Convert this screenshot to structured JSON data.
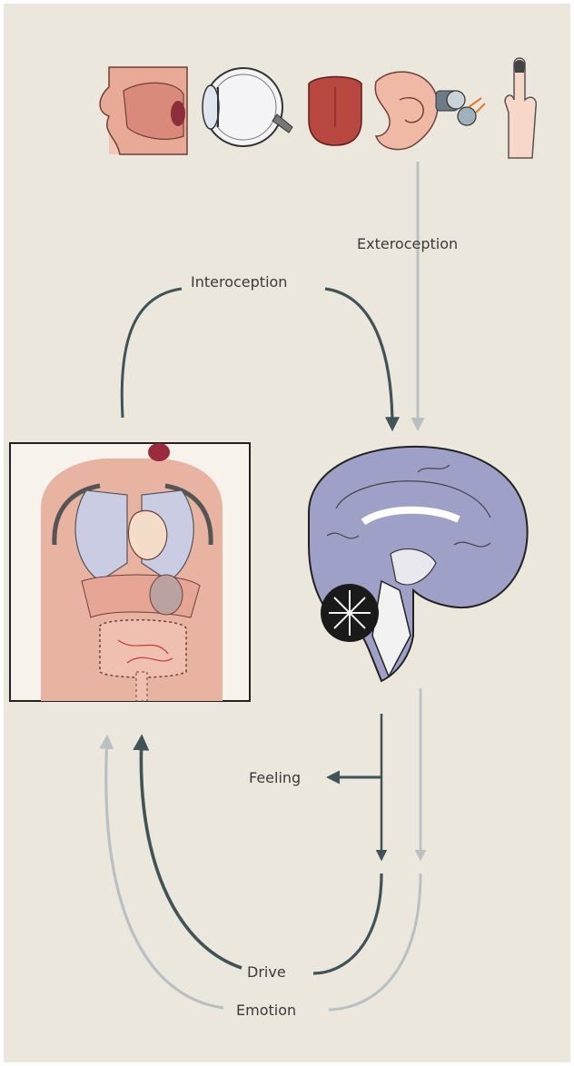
{
  "labels": {
    "exteroception": "Exteroception",
    "interoception": "Interoception",
    "feeling": "Feeling",
    "drive": "Drive",
    "emotion": "Emotion"
  },
  "colors": {
    "background": "#ebe7dd",
    "dark_arrow": "#3f5358",
    "light_arrow": "#b8c0c4",
    "brain": "#9ea0c8",
    "skin": "#e9b3a2",
    "organ_blue": "#c9cce3"
  },
  "icons": [
    "nose-icon",
    "eye-icon",
    "tongue-icon",
    "ear-icon",
    "finger-icon",
    "body-organs-icon",
    "brain-icon"
  ]
}
